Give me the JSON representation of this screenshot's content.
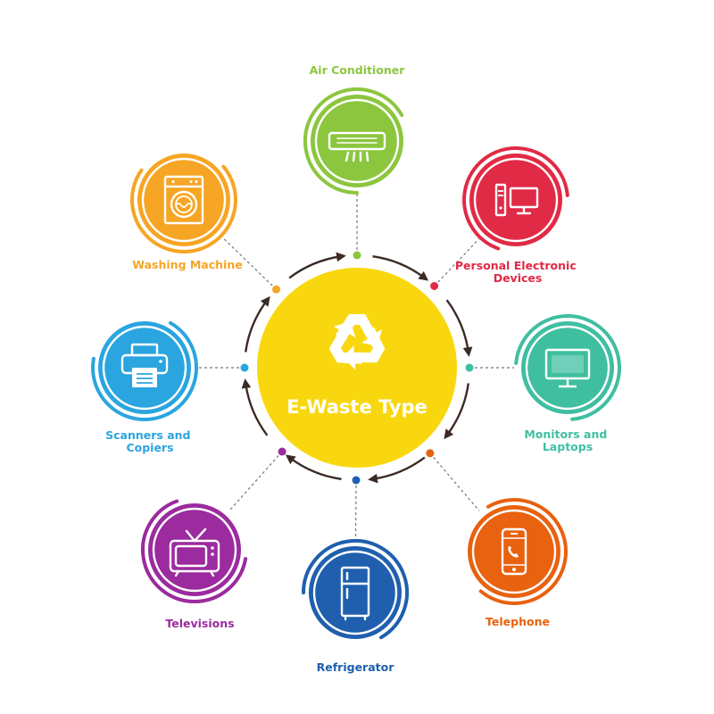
{
  "diagram": {
    "center": {
      "title": "E-Waste Type",
      "color": "#f9d70f"
    },
    "items": [
      {
        "id": "air-conditioner",
        "icon": "air-conditioner-icon",
        "color": "#8cc63f",
        "label_lines": [
          "Air Conditioner"
        ]
      },
      {
        "id": "personal-electronic-devices",
        "icon": "desktop-computer-icon",
        "color": "#e12a45",
        "label_lines": [
          "Personal Electronic",
          "Devices"
        ]
      },
      {
        "id": "monitors-and-laptops",
        "icon": "monitor-icon",
        "color": "#3fbfa0",
        "label_lines": [
          "Monitors and",
          "Laptops"
        ]
      },
      {
        "id": "telephone",
        "icon": "mobile-phone-icon",
        "color": "#e8620f",
        "label_lines": [
          "Telephone"
        ]
      },
      {
        "id": "refrigerator",
        "icon": "refrigerator-icon",
        "color": "#1f5fae",
        "label_lines": [
          "Refrigerator"
        ]
      },
      {
        "id": "televisions",
        "icon": "television-icon",
        "color": "#9b2b9e",
        "label_lines": [
          "Televisions"
        ]
      },
      {
        "id": "scanners-and-copiers",
        "icon": "printer-icon",
        "color": "#2ba5df",
        "label_lines": [
          "Scanners and",
          "Copiers"
        ]
      },
      {
        "id": "washing-machine",
        "icon": "washing-machine-icon",
        "color": "#f6a524",
        "label_lines": [
          "Washing Machine"
        ]
      }
    ]
  }
}
